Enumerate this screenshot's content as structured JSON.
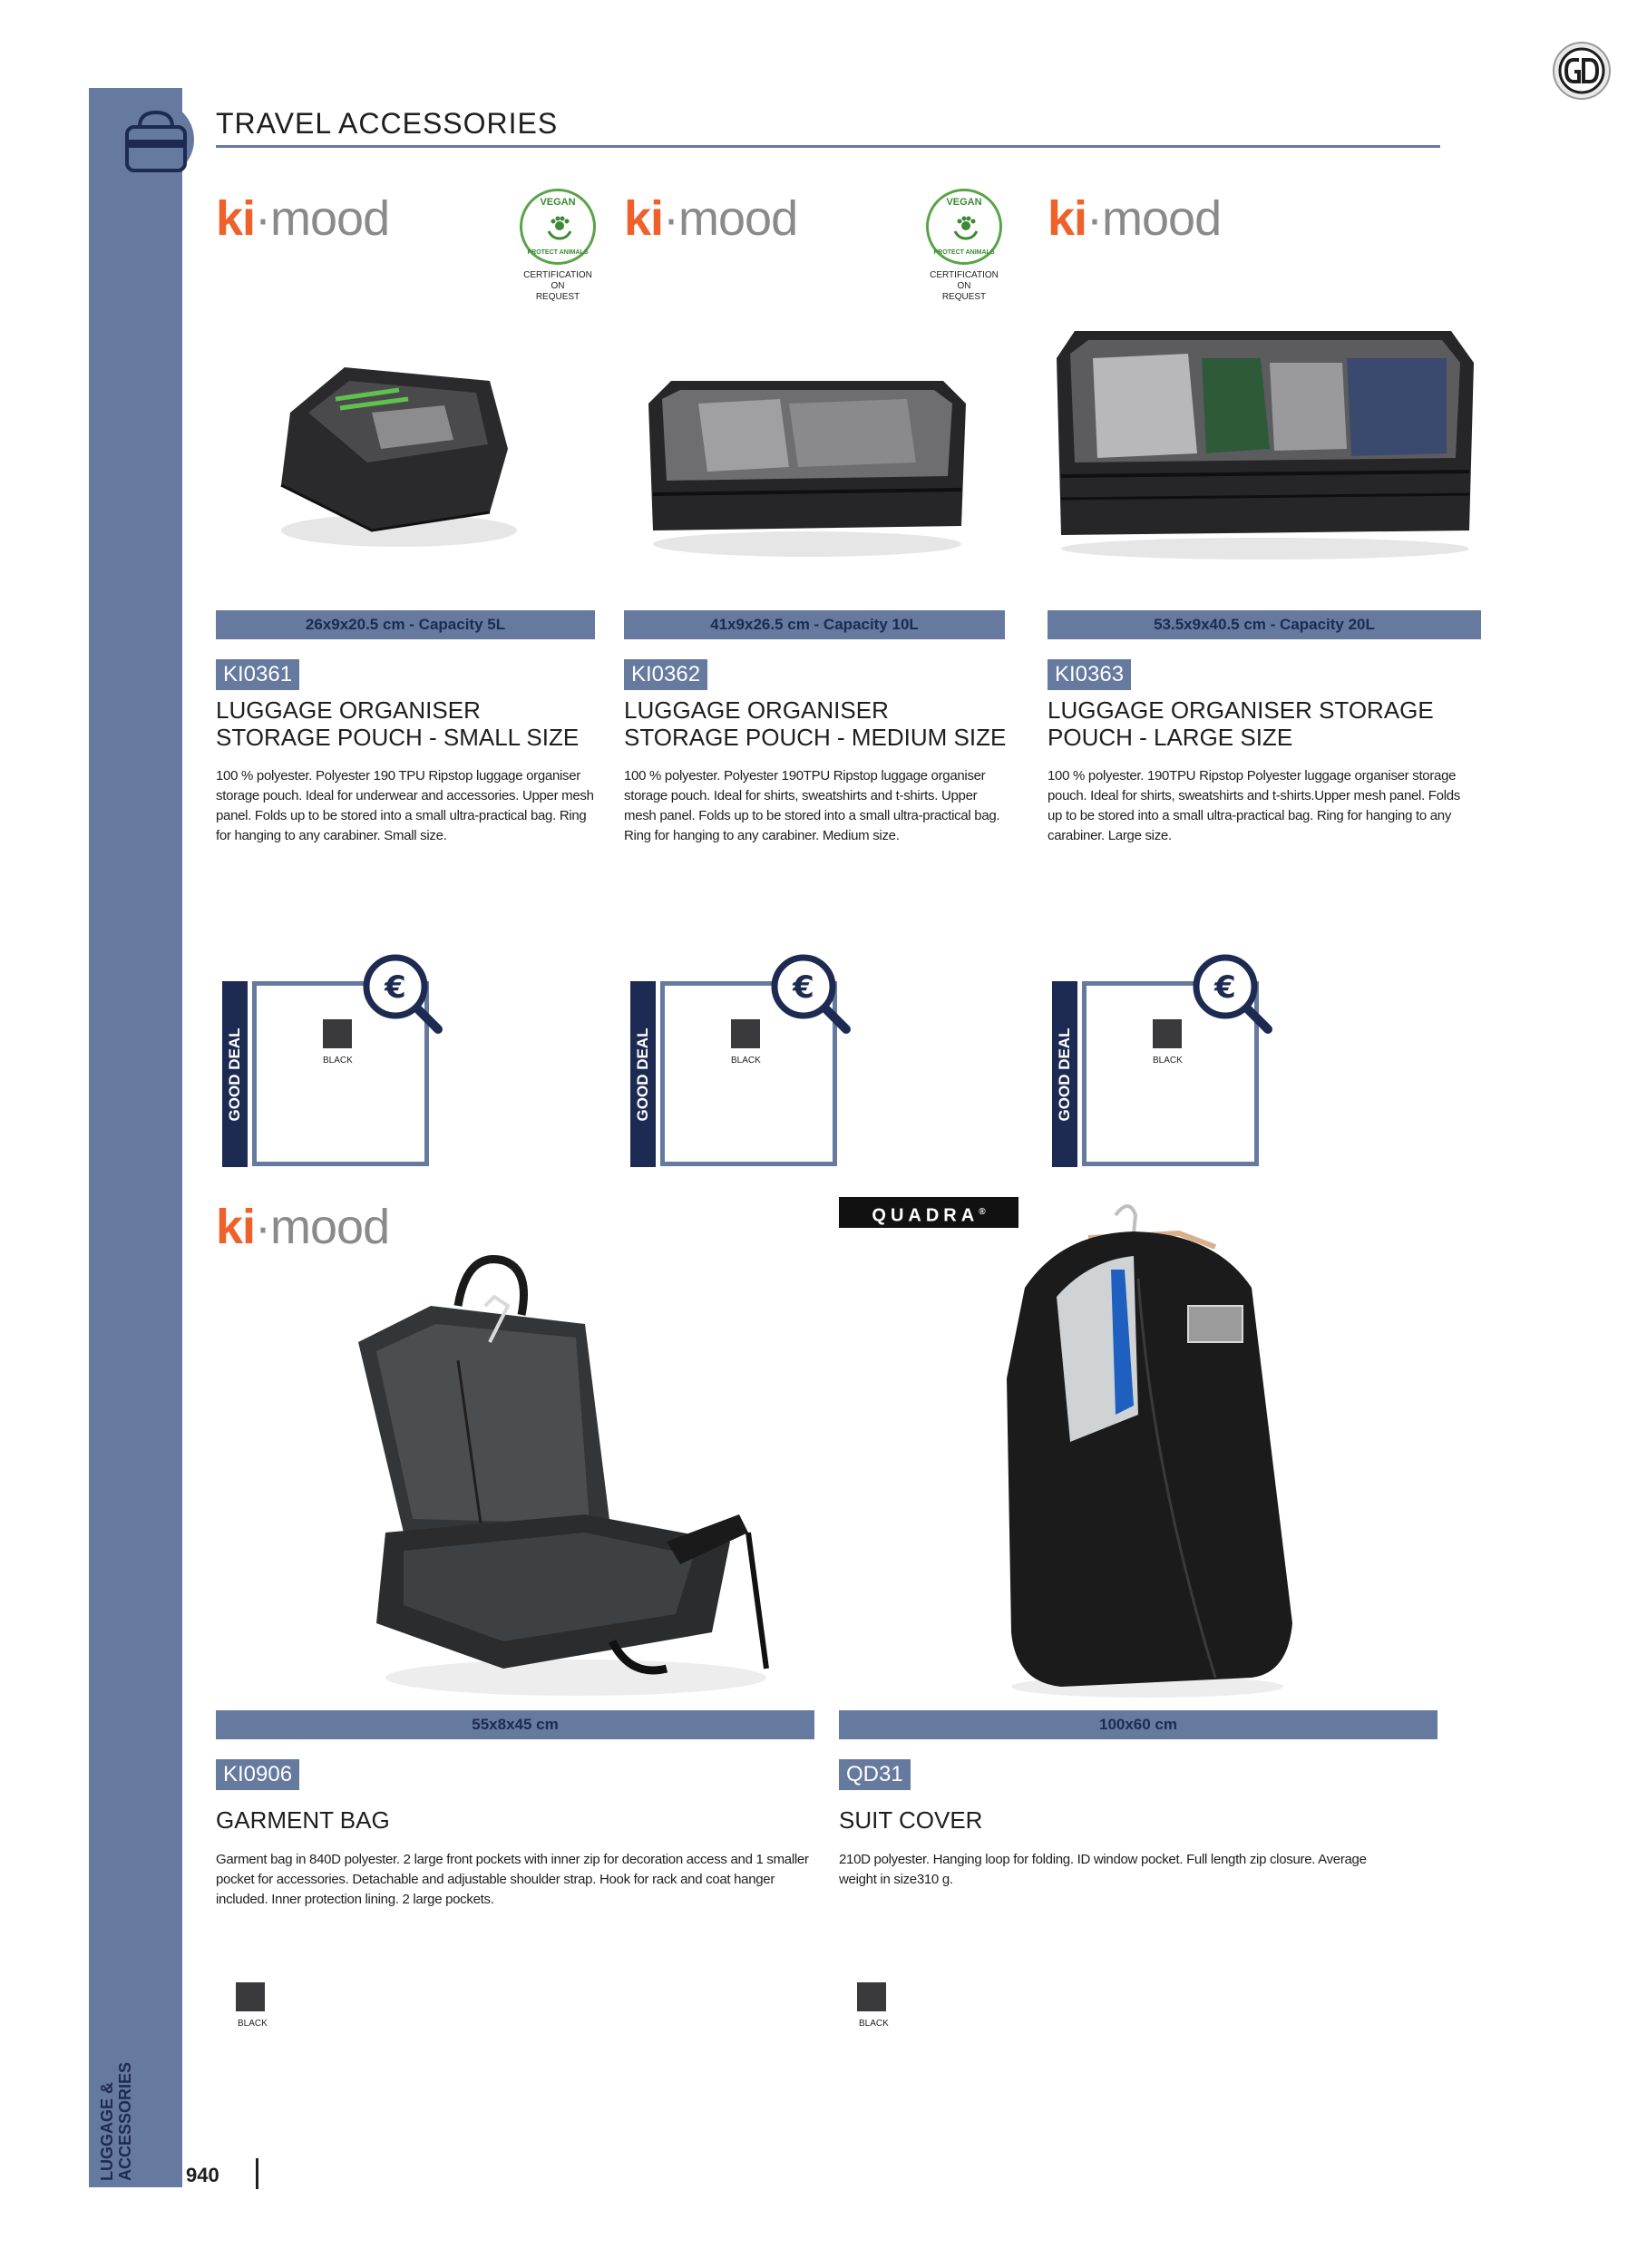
{
  "page": {
    "section_title": "TRAVEL ACCESSORIES",
    "page_number": "940",
    "sidebar_label_line1": "LUGGAGE &",
    "sidebar_label_line2": "ACCESSORIES"
  },
  "brands": {
    "kimood_k": "ki",
    "kimood_m": "·mood",
    "quadra": "QUADRA",
    "quadra_mark": "®"
  },
  "vegan": {
    "top": "VEGAN",
    "bottom": "PROTECT ANIMALS",
    "note_line1": "CERTIFICATION ON",
    "note_line2": "REQUEST"
  },
  "good_deal_label": "GOOD DEAL",
  "products": [
    {
      "size": "26x9x20.5 cm - Capacity 5L",
      "code": "KI0361",
      "name_line1": "LUGGAGE ORGANISER",
      "name_line2": "STORAGE POUCH - SMALL SIZE",
      "description": "100 % polyester. Polyester 190 TPU Ripstop luggage organiser storage pouch. Ideal for underwear and accessories. Upper mesh panel. Folds up to be stored into a small ultra-practical bag. Ring for hanging to any carabiner. Small size.",
      "color": "BLACK"
    },
    {
      "size": "41x9x26.5 cm - Capacity 10L",
      "code": "KI0362",
      "name_line1": "LUGGAGE ORGANISER",
      "name_line2": "STORAGE POUCH - MEDIUM SIZE",
      "description": "100 % polyester. Polyester 190TPU Ripstop luggage organiser storage pouch. Ideal for shirts, sweatshirts and t-shirts. Upper mesh panel. Folds up to be stored into a small ultra-practical bag. Ring for hanging to any carabiner. Medium size.",
      "color": "BLACK"
    },
    {
      "size": "53.5x9x40.5 cm - Capacity 20L",
      "code": "KI0363",
      "name_line1": "LUGGAGE ORGANISER STORAGE",
      "name_line2": "POUCH - LARGE SIZE",
      "description": "100 % polyester. 190TPU Ripstop Polyester luggage organiser storage pouch. Ideal for shirts, sweatshirts and t-shirts.Upper mesh panel. Folds up to be stored into a small ultra-practical bag. Ring for hanging to any carabiner. Large size.",
      "color": "BLACK"
    },
    {
      "size": "55x8x45 cm",
      "code": "KI0906",
      "name_line1": "GARMENT BAG",
      "description": "Garment bag in 840D polyester. 2 large front pockets with inner zip for decoration access and 1 smaller pocket for accessories. Detachable and adjustable shoulder strap. Hook for rack and coat hanger included. Inner protection lining. 2 large pockets.",
      "color": "BLACK"
    },
    {
      "size": "100x60 cm",
      "code": "QD31",
      "name_line1": "SUIT COVER",
      "description": "210D polyester. Hanging loop for folding. ID window pocket. Full length zip closure. Average weight in size310 g.",
      "color": "BLACK"
    }
  ],
  "colors": {
    "accent_blue": "#66799f",
    "navy": "#1d2a52",
    "kimood_orange": "#f0602a",
    "vegan_green": "#5aa348",
    "swatch_black": "#3a3a3d"
  }
}
